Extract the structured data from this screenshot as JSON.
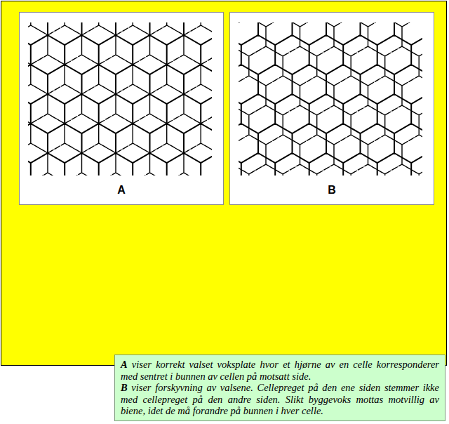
{
  "diagram": {
    "nodes": [
      {
        "text": [
          "A"
        ]
      },
      {
        "text": [
          "B"
        ]
      },
      {
        "text": [
          "A",
          "viser korrekt valset voksplate hvor et hjørne av en celle korresponderer med sentret i bunnen av cellen på motsatt side.",
          "B",
          "viser forskyvning av valsene. Cellepreget på den ene siden stemmer ikke med cellepreget på den andre siden. Slikt byggevoks mottas motvillig av biene, idet de må forandre på bunnen i hver celle."
        ]
      }
    ]
  }
}
